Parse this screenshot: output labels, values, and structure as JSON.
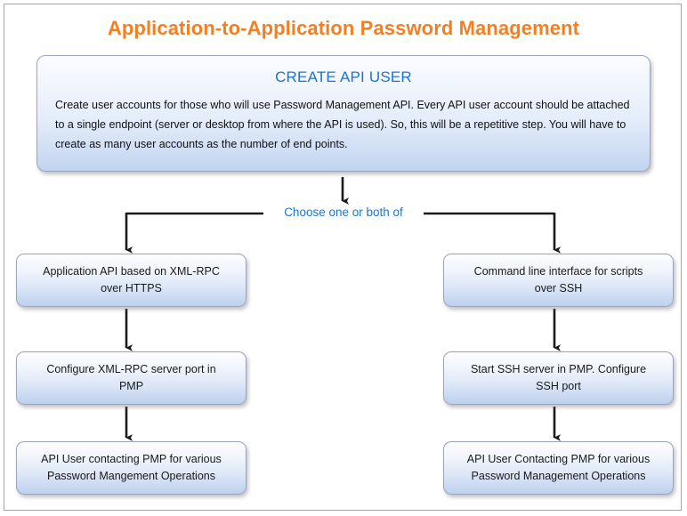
{
  "page": {
    "title": "Application-to-Application Password Management",
    "background_color": "#ffffff",
    "border_color": "#a6a6a6",
    "title_color": "#F57F20",
    "accent_blue": "#1B75D0",
    "box_fill_top": "#fdfdff",
    "box_fill_bottom": "#bdd0ee",
    "box_border_color": "#9aa6b8",
    "arrow_color": "#1a1a1a"
  },
  "hero": {
    "heading": "CREATE API USER",
    "body": "Create user accounts for those who will use Password Management  API. Every API user account should be attached to  a single endpoint (server or desktop from where the API is used). So, this will be a repetitive step. You will have to create as many user accounts as the number of end points."
  },
  "branch": {
    "label": "Choose one or both of"
  },
  "columns": [
    {
      "name": "xml-rpc-branch",
      "steps": [
        {
          "line1": "Application API based on XML-RPC",
          "line2": "over HTTPS"
        },
        {
          "line1": "Configure XML-RPC server port in",
          "line2": "PMP"
        },
        {
          "line1": "API  User contacting PMP for various",
          "line2": "Password Mangement Operations"
        }
      ]
    },
    {
      "name": "ssh-cli-branch",
      "steps": [
        {
          "line1": "Command line interface for scripts",
          "line2": "over SSH"
        },
        {
          "line1": "Start SSH server in PMP. Configure",
          "line2": "SSH port"
        },
        {
          "line1": "API User Contacting PMP for various",
          "line2": "Password Management Operations"
        }
      ]
    }
  ]
}
